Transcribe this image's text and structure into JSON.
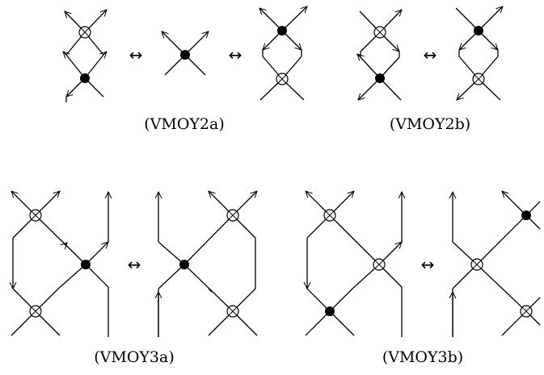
{
  "captions": {
    "vmoy2a": "(VMOY2a)",
    "vmoy2b": "(VMOY2b)",
    "vmoy3a": "(VMOY3a)",
    "vmoy3b": "(VMOY3b)"
  },
  "equivalence_symbol": "↔",
  "colors": {
    "stroke": "#000000",
    "virtual_fill": "#ffffff",
    "classical_fill": "#000000"
  },
  "crossing_types": [
    "virtual",
    "classical"
  ]
}
